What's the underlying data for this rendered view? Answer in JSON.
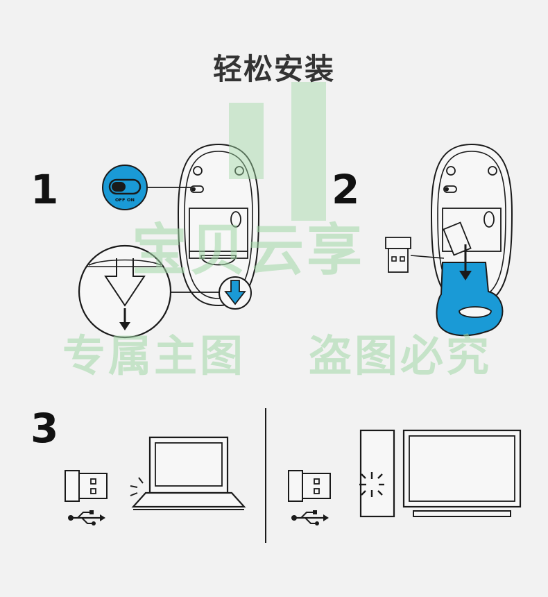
{
  "title": "轻松安装",
  "steps": [
    {
      "number": "1"
    },
    {
      "number": "2"
    },
    {
      "number": "3"
    }
  ],
  "switch": {
    "off_label": "OFF",
    "on_label": "ON"
  },
  "watermark": {
    "line1": "宝贝云享",
    "line2a": "专属主图",
    "line2b": "盗图必究"
  },
  "colors": {
    "accent_blue": "#1a9ad6",
    "ink": "#1a1a1a",
    "background": "#f2f2f2",
    "watermark_green": "#a0d7a5"
  },
  "icons": [
    "mouse-bottom-icon",
    "power-switch-icon",
    "arrow-down-icon",
    "usb-receiver-icon",
    "usb-symbol-icon",
    "laptop-icon",
    "desktop-tower-icon",
    "monitor-icon"
  ]
}
